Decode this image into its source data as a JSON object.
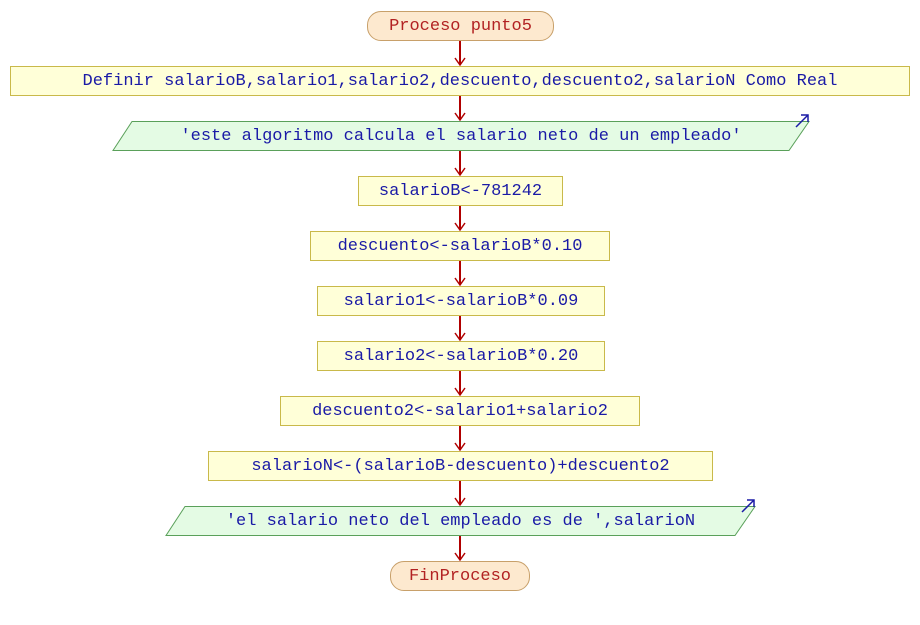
{
  "colors": {
    "terminal_fill": "#fde9cf",
    "terminal_text": "#b22222",
    "process_fill": "#ffffd8",
    "process_border": "#c9b94a",
    "io_fill": "#e4fbe4",
    "io_border": "#5aa05a",
    "code_text": "#1a1aa6",
    "arrow": "#b00000",
    "output_marker": "#1a1aa6"
  },
  "flowchart": {
    "start": "Proceso punto5",
    "steps": [
      {
        "type": "process",
        "text": "Definir salarioB,salario1,salario2,descuento,descuento2,salarioN Como Real"
      },
      {
        "type": "output",
        "text": "'este algoritmo calcula el salario neto de un empleado'",
        "marker": "output-arrow-icon"
      },
      {
        "type": "process",
        "text": "salarioB<-781242"
      },
      {
        "type": "process",
        "text": "descuento<-salarioB*0.10"
      },
      {
        "type": "process",
        "text": "salario1<-salarioB*0.09"
      },
      {
        "type": "process",
        "text": "salario2<-salarioB*0.20"
      },
      {
        "type": "process",
        "text": "descuento2<-salario1+salario2"
      },
      {
        "type": "process",
        "text": "salarioN<-(salarioB-descuento)+descuento2"
      },
      {
        "type": "output",
        "text": "'el salario neto del empleado es de ',salarioN",
        "marker": "output-arrow-icon"
      }
    ],
    "end": "FinProceso"
  }
}
